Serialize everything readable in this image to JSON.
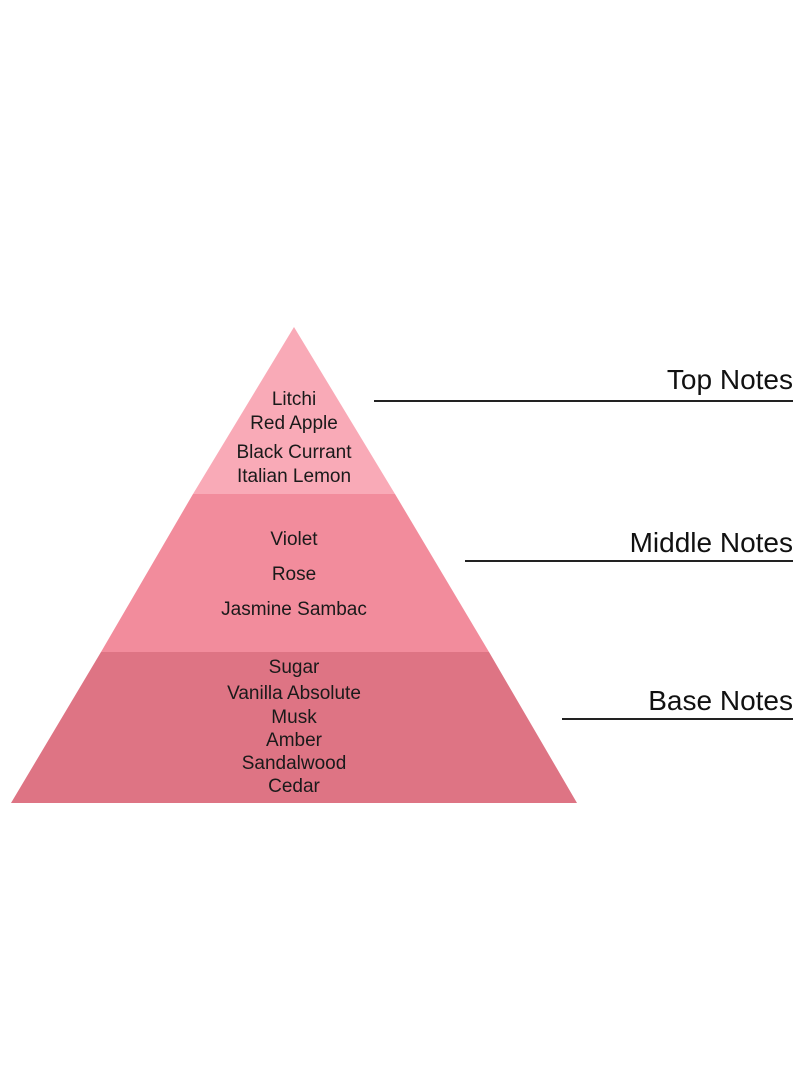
{
  "tiers": [
    {
      "label": "Top Notes",
      "color": "#f9aab7",
      "notes": [
        "Litchi",
        "Red Apple",
        "Black Currant",
        "Italian Lemon"
      ]
    },
    {
      "label": "Middle Notes",
      "color": "#f28c9c",
      "notes": [
        "Violet",
        "Rose",
        "Jasmine Sambac"
      ]
    },
    {
      "label": "Base Notes",
      "color": "#de7484",
      "notes": [
        "Sugar",
        "Vanilla Absolute",
        "Musk",
        "Amber",
        "Sandalwood",
        "Cedar"
      ]
    }
  ]
}
